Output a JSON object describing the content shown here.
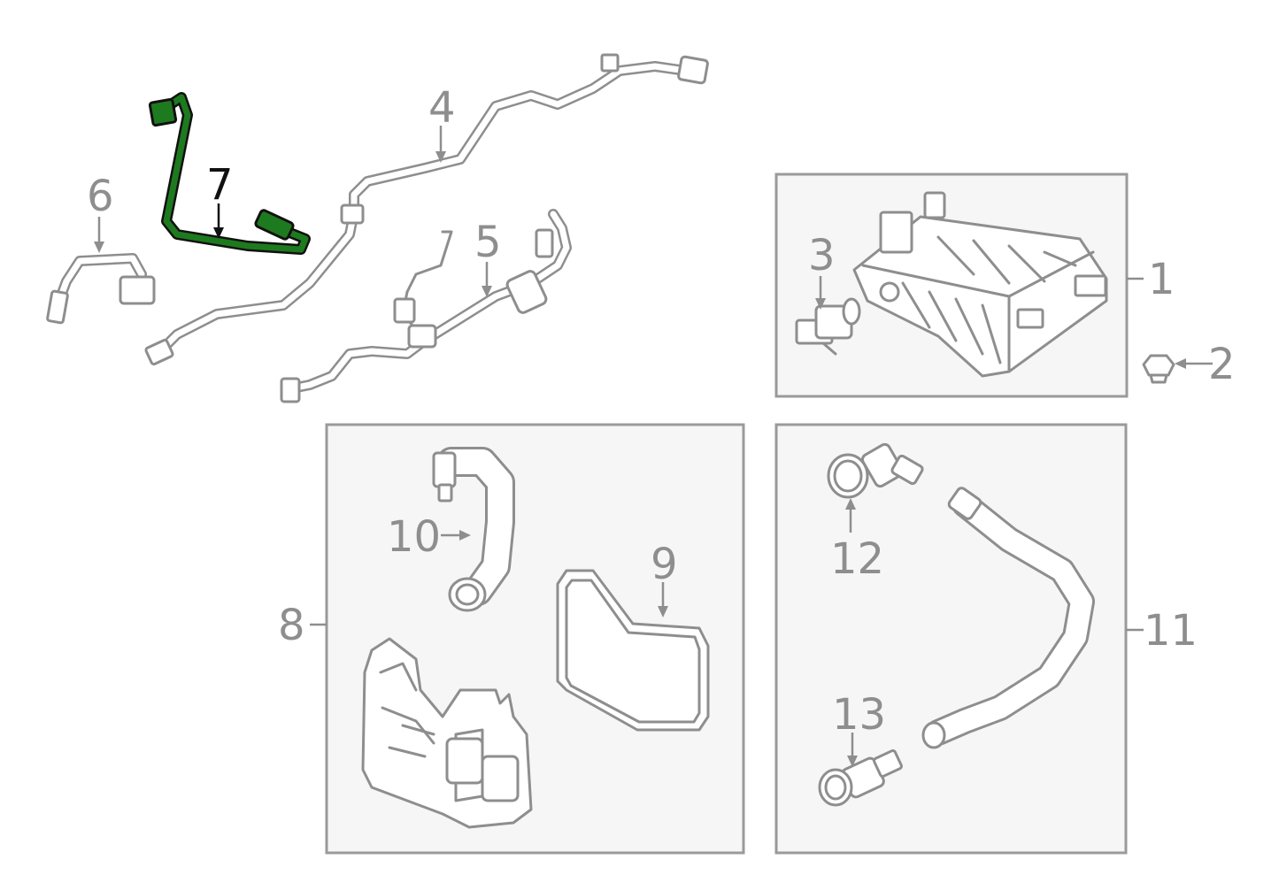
{
  "callouts": {
    "c1": "1",
    "c2": "2",
    "c3": "3",
    "c4": "4",
    "c5": "5",
    "c6": "6",
    "c7": "7",
    "c8": "8",
    "c9": "9",
    "c10": "10",
    "c11": "11",
    "c12": "12",
    "c13": "13"
  },
  "colors": {
    "line": "#8e8e8e",
    "box_fill": "#f6f6f6",
    "highlight_fill": "#1e7a1e",
    "highlight_outline": "#111111"
  },
  "highlighted_part": "7"
}
